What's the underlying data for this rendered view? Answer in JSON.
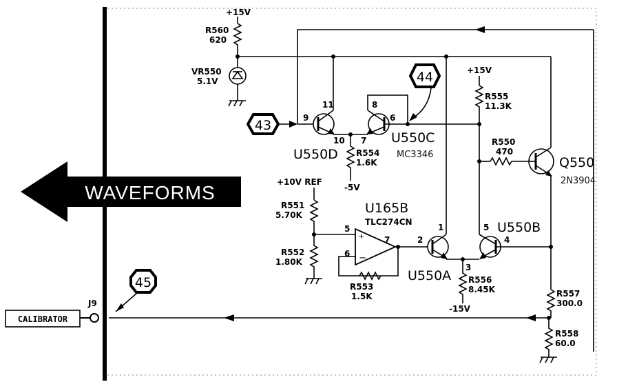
{
  "banner": "WAVEFORMS",
  "calibrator": "CALIBRATOR",
  "connector": "J9",
  "testpoints": {
    "tp43": "43",
    "tp44": "44",
    "tp45": "45"
  },
  "rails": {
    "p15_top": "+15V",
    "p15_mid": "+15V",
    "m5": "-5V",
    "m15": "-15V",
    "ref": "+10V REF"
  },
  "parts": {
    "r560_ref": "R560",
    "r560_val": "620",
    "vr550_ref": "VR550",
    "vr550_val": "5.1V",
    "r555_ref": "R555",
    "r555_val": "11.3K",
    "r550_ref": "R550",
    "r550_val": "470",
    "q550_ref": "Q550",
    "q550_type": "2N3904",
    "r554_ref": "R554",
    "r554_val": "1.6K",
    "u550d": "U550D",
    "u550c": "U550C",
    "mc3346": "MC3346",
    "u165b": "U165B",
    "tlc274": "TLC274CN",
    "r551_ref": "R551",
    "r551_val": "5.70K",
    "r552_ref": "R552",
    "r552_val": "1.80K",
    "r553_ref": "R553",
    "r553_val": "1.5K",
    "u550a": "U550A",
    "u550b": "U550B",
    "r556_ref": "R556",
    "r556_val": "8.45K",
    "r557_ref": "R557",
    "r557_val": "300.0",
    "r558_ref": "R558",
    "r558_val": "60.0"
  },
  "pins": {
    "p9": "9",
    "p11": "11",
    "p10": "10",
    "p7": "7",
    "p8": "8",
    "p6": "6",
    "p5a": "5",
    "p6a": "6",
    "p7a": "7",
    "p1": "1",
    "p2": "2",
    "p3": "3",
    "p5b": "5",
    "p4": "4"
  }
}
